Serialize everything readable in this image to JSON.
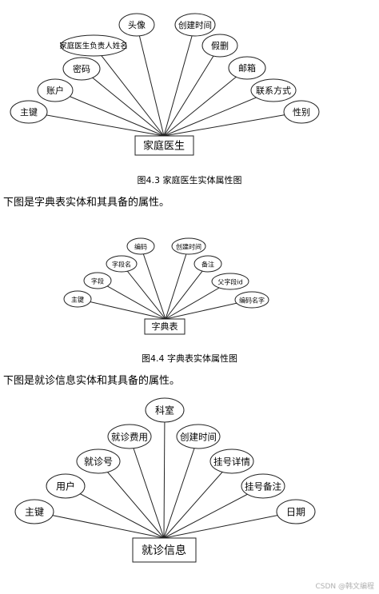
{
  "diagram1": {
    "entity": "家庭医生",
    "attributes": [
      "主键",
      "账户",
      "密码",
      "家庭医生负责人姓名",
      "头像",
      "创建时间",
      "假删",
      "邮箱",
      "联系方式",
      "性别"
    ],
    "caption": "图4.3 家庭医生实体属性图"
  },
  "para1": "下图是字典表实体和其具备的属性。",
  "diagram2": {
    "entity": "字典表",
    "attributes": [
      "主键",
      "字段",
      "字段名",
      "编码",
      "创建时间",
      "备注",
      "父字段id",
      "编码名字"
    ],
    "caption": "图4.4 字典表实体属性图"
  },
  "para2": "下图是就诊信息实体和其具备的属性。",
  "diagram3": {
    "entity": "就诊信息",
    "attributes": [
      "主键",
      "用户",
      "就诊号",
      "就诊费用",
      "科室",
      "创建时间",
      "挂号详情",
      "挂号备注",
      "日期"
    ]
  },
  "watermark": "CSDN @韩文编程"
}
